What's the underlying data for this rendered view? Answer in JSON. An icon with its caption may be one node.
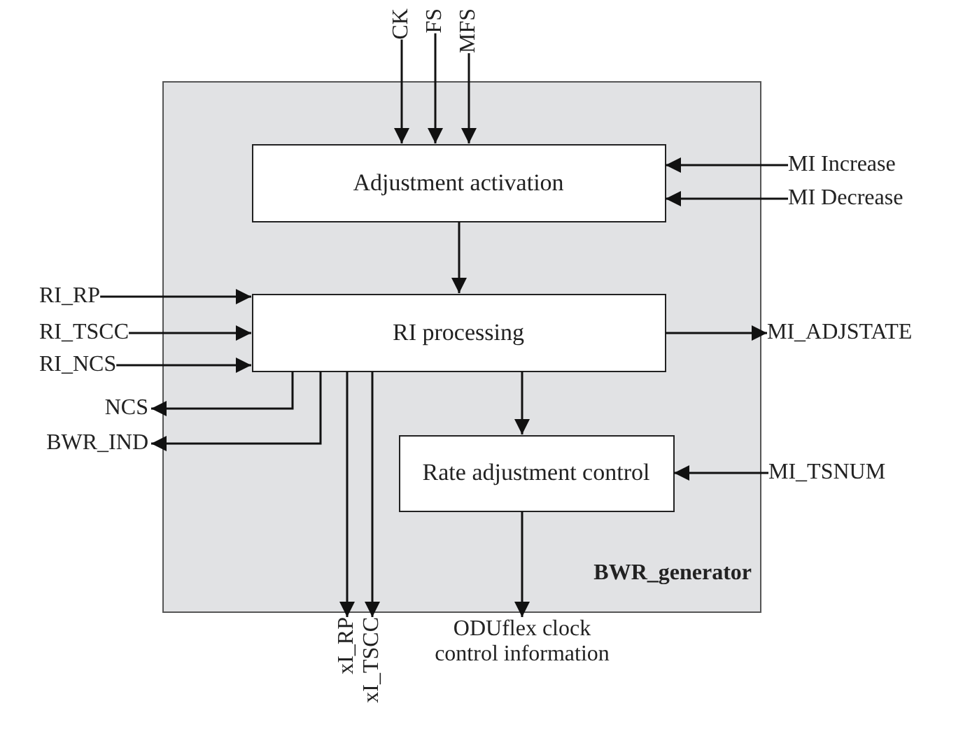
{
  "diagram": {
    "nodes": [
      {
        "text": [
          "BWR_generator"
        ]
      },
      {
        "text": [
          "Adjustment activation"
        ],
        "in": 0
      },
      {
        "text": [
          "RI processing"
        ],
        "in": 0
      },
      {
        "text": [
          "Rate adjustment control"
        ],
        "in": 0
      },
      {
        "text": [
          "CK"
        ]
      },
      {
        "text": [
          "FS"
        ]
      },
      {
        "text": [
          "MFS"
        ]
      },
      {
        "text": [
          "MI Increase"
        ]
      },
      {
        "text": [
          "MI Decrease"
        ]
      },
      {
        "text": [
          "RI_RP"
        ]
      },
      {
        "text": [
          "RI_TSCC"
        ]
      },
      {
        "text": [
          "RI_NCS"
        ]
      },
      {
        "text": [
          "NCS"
        ]
      },
      {
        "text": [
          "BWR_IND"
        ]
      },
      {
        "text": [
          "MI_ADJSTATE"
        ]
      },
      {
        "text": [
          "MI_TSNUM"
        ]
      },
      {
        "text": [
          "ODUflex clock control information"
        ]
      },
      {
        "text": [
          "xI_RP"
        ]
      },
      {
        "text": [
          "xI_TSCC"
        ]
      }
    ],
    "edges": [
      {
        "from": 4,
        "to": 1,
        "arrow": "to"
      },
      {
        "from": 5,
        "to": 1,
        "arrow": "to"
      },
      {
        "from": 6,
        "to": 1,
        "arrow": "to"
      },
      {
        "from": 7,
        "to": 1,
        "arrow": "to"
      },
      {
        "from": 8,
        "to": 1,
        "arrow": "to"
      },
      {
        "from": 1,
        "to": 2,
        "arrow": "to"
      },
      {
        "from": 9,
        "to": 2,
        "arrow": "to"
      },
      {
        "from": 10,
        "to": 2,
        "arrow": "to"
      },
      {
        "from": 11,
        "to": 2,
        "arrow": "to"
      },
      {
        "from": 2,
        "to": 12,
        "arrow": "to"
      },
      {
        "from": 2,
        "to": 13,
        "arrow": "to"
      },
      {
        "from": 2,
        "to": 14,
        "arrow": "to"
      },
      {
        "from": 2,
        "to": 17,
        "arrow": "to"
      },
      {
        "from": 2,
        "to": 18,
        "arrow": "to"
      },
      {
        "from": 2,
        "to": 3,
        "arrow": "to"
      },
      {
        "from": 15,
        "to": 3,
        "arrow": "to"
      },
      {
        "from": 3,
        "to": 16,
        "arrow": "to"
      }
    ]
  }
}
